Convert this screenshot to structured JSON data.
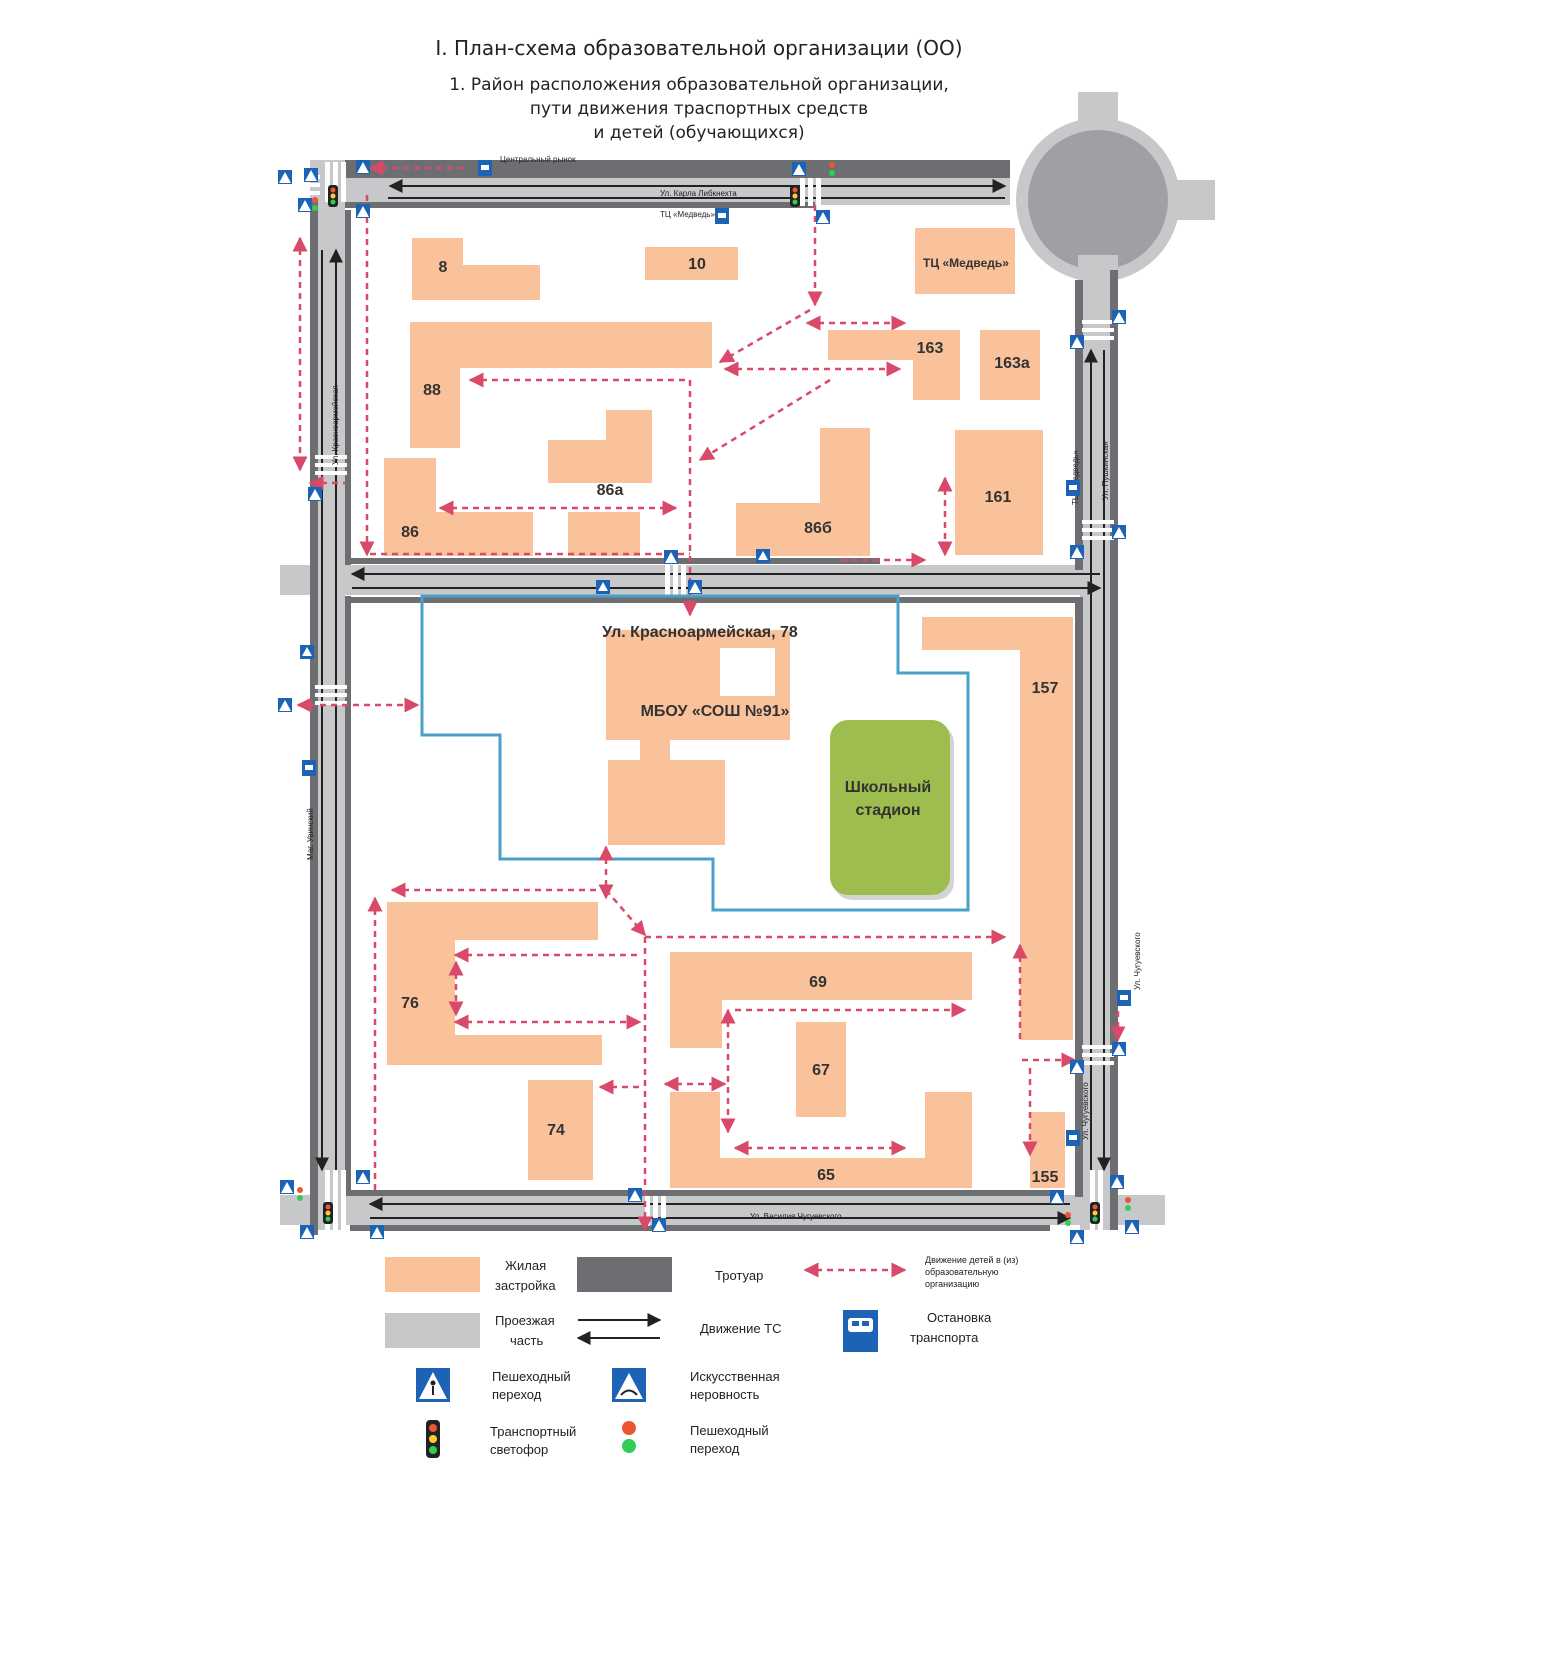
{
  "header": {
    "title": "I. План-схема образовательной организации (ОО)",
    "subtitle_lines": [
      "1. Район расположения образовательной организации,",
      "пути движения траспортных средств",
      "и детей (обучающихся)"
    ]
  },
  "streets": {
    "karla_libknekhta": "Ул. Карла Либкнехта",
    "krasnoarmeyskaya": "Ул. Красноармейская",
    "pushkinskaya": "Ул. Пушкинская",
    "chuguevskogo": "Ул. Чугуевского",
    "chuguevskogo_short": "Ул. Чугуевского",
    "vasiliya_chuguevskogo": "Ул. Василия Чугуевского",
    "mag_uvinsky": "Маг. Увинский"
  },
  "stops": {
    "central_market": "Центральный рынок",
    "tc_medved_top": "ТЦ «Медведь»",
    "tc_medved_right": "ТЦ «Медведь»"
  },
  "buildings": {
    "b8": "8",
    "b10": "10",
    "tc_medved": "ТЦ «Медведь»",
    "b88": "88",
    "b163": "163",
    "b163a": "163а",
    "b86a": "86а",
    "b86": "86",
    "b86b": "86б",
    "b161": "161",
    "school_address": "Ул. Красноармейская, 78",
    "school_name": "МБОУ «СОШ №91»",
    "b157": "157",
    "stadium_line1": "Школьный",
    "stadium_line2": "стадион",
    "b76": "76",
    "b69": "69",
    "b67": "67",
    "b74": "74",
    "b65": "65",
    "b155": "155"
  },
  "legend": {
    "residential_1": "Жилая",
    "residential_2": "застройка",
    "sidewalk": "Тротуар",
    "children_1": "Движение детей в (из)",
    "children_2": "образовательную",
    "children_3": "организацию",
    "roadway_1": "Проезжая",
    "roadway_2": "часть",
    "traffic": "Движение ТС",
    "stop_1": "Остановка",
    "stop_2": "транспорта",
    "crossing_1": "Пешеходный",
    "crossing_2": "переход",
    "bump_1": "Искусственная",
    "bump_2": "неровность",
    "light_1": "Транспортный",
    "light_2": "светофор",
    "ped_light_1": "Пешеходный",
    "ped_light_2": "переход"
  },
  "colors": {
    "building": "#f9c29a",
    "sidewalk": "#6d6e72",
    "roadway": "#c7c8ca",
    "route": "#d94a6a",
    "school_zone": "#4aa0c8",
    "stadium": "#9dbd4e",
    "sign_blue": "#1d63b5"
  }
}
